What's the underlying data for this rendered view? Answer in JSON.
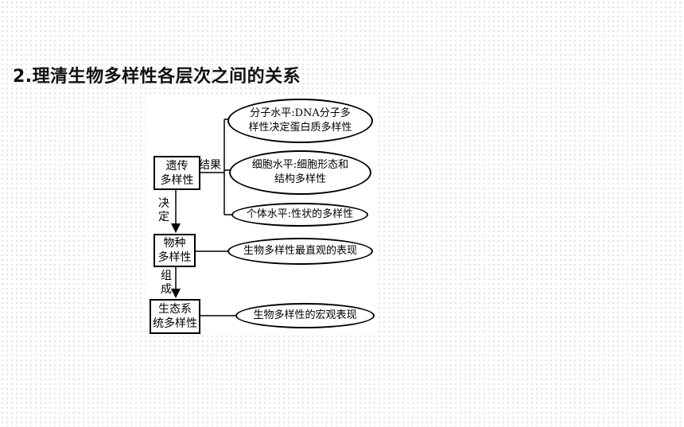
{
  "heading": "2.理清生物多样性各层次之间的关系",
  "boxes": {
    "genetic": [
      "遗传",
      "多样性"
    ],
    "species": [
      "物种",
      "多样性"
    ],
    "ecosystem": [
      "生态系",
      "统多样性"
    ]
  },
  "arrows": {
    "determines": [
      "决",
      "定"
    ],
    "composes": [
      "组",
      "成"
    ]
  },
  "result_label": "结果",
  "ovals": {
    "molecular": [
      "分子水平:DNA分子多",
      "样性决定蛋白质多样性"
    ],
    "cellular": [
      "细胞水平:细胞形态和",
      "结构多样性"
    ],
    "individual": [
      "个体水平:性状的多样性"
    ],
    "species_note": [
      "生物多样性最直观的表现"
    ],
    "ecosystem_note": [
      "生物多样性的宏观表现"
    ]
  }
}
